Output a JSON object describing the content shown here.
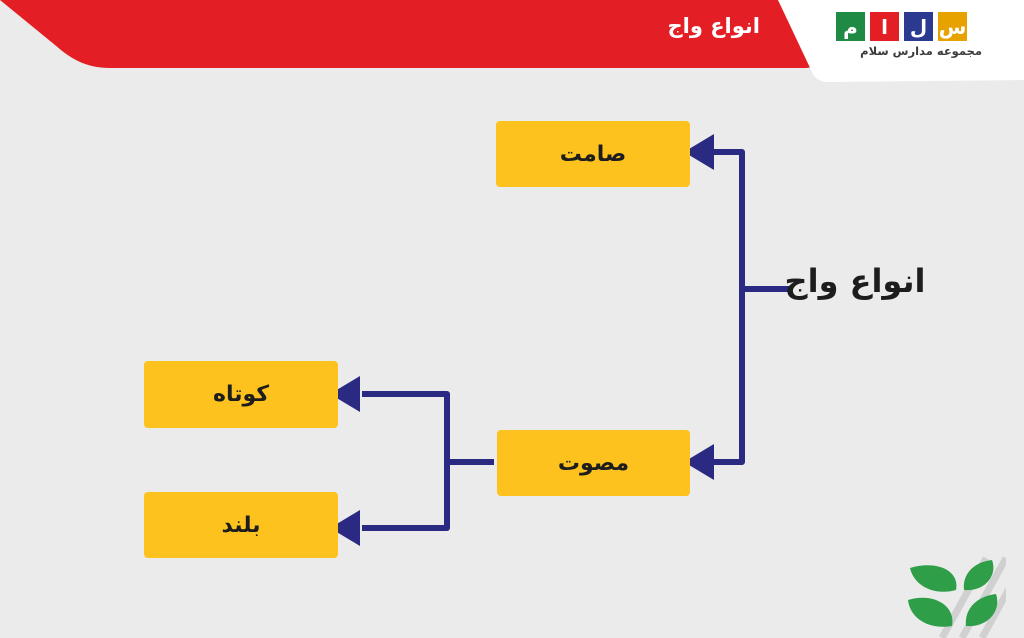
{
  "header": {
    "title": "انواع واج",
    "logo_letters": [
      "س",
      "ل",
      "ا",
      "م"
    ],
    "logo_letter_colors": [
      "#e8a200",
      "#2b3990",
      "#e31e24",
      "#1f8a44"
    ],
    "logo_text": "مجموعه مدارس سلام"
  },
  "diagram": {
    "root": "انواع واج",
    "children": [
      {
        "label": "صامت"
      },
      {
        "label": "مصوت",
        "children": [
          {
            "label": "کوتاه"
          },
          {
            "label": "بلند"
          }
        ]
      }
    ]
  },
  "colors": {
    "header_red": "#e31e24",
    "box_yellow": "#fdc21d",
    "connector_navy": "#2b2a82",
    "leaf_green": "#2f9e48"
  }
}
